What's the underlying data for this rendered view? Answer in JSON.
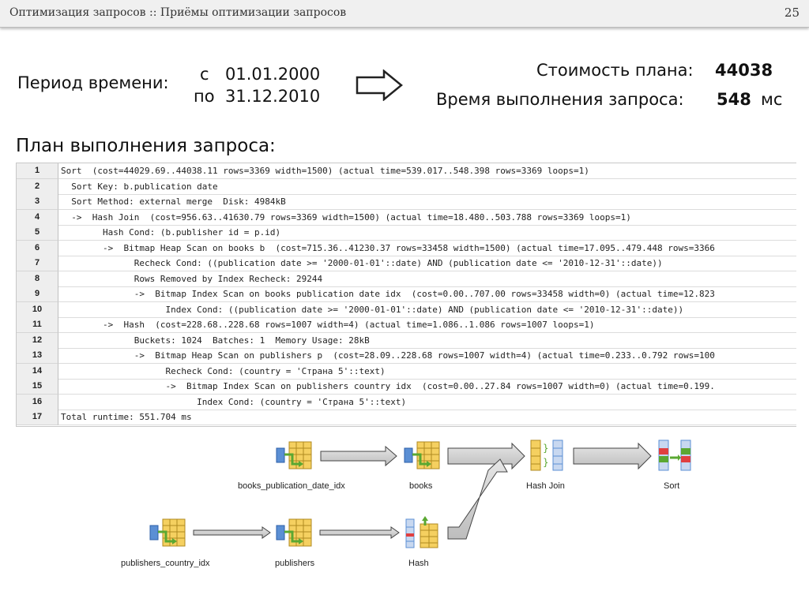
{
  "header": {
    "title": "Оптимизация запросов :: Приёмы оптимизации запросов",
    "page_number": "25"
  },
  "period": {
    "label": "Период времени:",
    "from_prefix": "с",
    "from_date": "01.01.2000",
    "to_prefix": "по",
    "to_date": "31.12.2010"
  },
  "cost": {
    "label": "Стоимость плана:",
    "value": "44038"
  },
  "exec_time": {
    "label": "Время выполнения запроса:",
    "value": "548",
    "unit": "мс"
  },
  "plan_heading": "План выполнения запроса:",
  "plan_rows": [
    {
      "num": "1",
      "text": "Sort  (cost=44029.69..44038.11 rows=3369 width=1500) (actual time=539.017..548.398 rows=3369 loops=1)"
    },
    {
      "num": "2",
      "text": "  Sort Key: b.publication date"
    },
    {
      "num": "3",
      "text": "  Sort Method: external merge  Disk: 4984kB"
    },
    {
      "num": "4",
      "text": "  ->  Hash Join  (cost=956.63..41630.79 rows=3369 width=1500) (actual time=18.480..503.788 rows=3369 loops=1)"
    },
    {
      "num": "5",
      "text": "        Hash Cond: (b.publisher id = p.id)"
    },
    {
      "num": "6",
      "text": "        ->  Bitmap Heap Scan on books b  (cost=715.36..41230.37 rows=33458 width=1500) (actual time=17.095..479.448 rows=3366"
    },
    {
      "num": "7",
      "text": "              Recheck Cond: ((publication date >= '2000-01-01'::date) AND (publication date <= '2010-12-31'::date))"
    },
    {
      "num": "8",
      "text": "              Rows Removed by Index Recheck: 29244"
    },
    {
      "num": "9",
      "text": "              ->  Bitmap Index Scan on books publication date idx  (cost=0.00..707.00 rows=33458 width=0) (actual time=12.823"
    },
    {
      "num": "10",
      "text": "                    Index Cond: ((publication date >= '2000-01-01'::date) AND (publication date <= '2010-12-31'::date))"
    },
    {
      "num": "11",
      "text": "        ->  Hash  (cost=228.68..228.68 rows=1007 width=4) (actual time=1.086..1.086 rows=1007 loops=1)"
    },
    {
      "num": "12",
      "text": "              Buckets: 1024  Batches: 1  Memory Usage: 28kB"
    },
    {
      "num": "13",
      "text": "              ->  Bitmap Heap Scan on publishers p  (cost=28.09..228.68 rows=1007 width=4) (actual time=0.233..0.792 rows=100"
    },
    {
      "num": "14",
      "text": "                    Recheck Cond: (country = 'Страна 5'::text)"
    },
    {
      "num": "15",
      "text": "                    ->  Bitmap Index Scan on publishers country idx  (cost=0.00..27.84 rows=1007 width=0) (actual time=0.199."
    },
    {
      "num": "16",
      "text": "                          Index Cond: (country = 'Страна 5'::text)"
    },
    {
      "num": "17",
      "text": "Total runtime: 551.704 ms"
    }
  ],
  "diagram": {
    "nodes": {
      "books_idx": "books_publication_date_idx",
      "books": "books",
      "hash_join": "Hash Join",
      "sort": "Sort",
      "publishers_idx": "publishers_country_idx",
      "publishers": "publishers",
      "hash": "Hash"
    },
    "icons": {
      "bitmap_index_scan": "bitmap-index-scan-icon",
      "bitmap_heap_scan": "bitmap-heap-scan-icon",
      "hash_join": "hash-join-icon",
      "sort": "sort-icon",
      "hash": "hash-icon"
    }
  },
  "colors": {
    "header_bg": "#f0f0f0",
    "grid_num_bg": "#eeeeee",
    "arrow_fill": "#cfcfcf",
    "icon_yellow": "#f5d060",
    "icon_blue": "#5b8fd4",
    "icon_green": "#5aa832"
  }
}
